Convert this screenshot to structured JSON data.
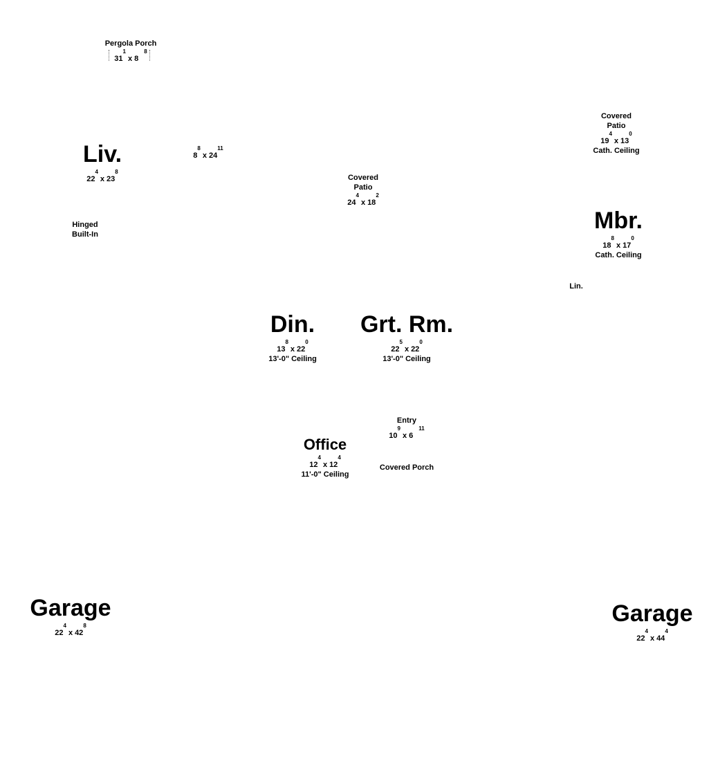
{
  "rooms": {
    "pergola": {
      "name": "Pergola Porch",
      "w": "31",
      "w_in": "1",
      "x": "x",
      "h": "8",
      "h_in": "8"
    },
    "liv": {
      "name": "Liv.",
      "w": "22",
      "w_in": "4",
      "x": "x",
      "h": "23",
      "h_in": "8"
    },
    "hall": {
      "w": "8",
      "w_in": "8",
      "x": "x",
      "h": "24",
      "h_in": "11"
    },
    "builtin": {
      "line1": "Hinged",
      "line2": "Built-In"
    },
    "patio_center": {
      "line1": "Covered",
      "line2": "Patio",
      "w": "24",
      "w_in": "4",
      "x": "x",
      "h": "18",
      "h_in": "2"
    },
    "patio_right": {
      "line1": "Covered",
      "line2": "Patio",
      "w": "19",
      "w_in": "4",
      "x": "x",
      "h": "13",
      "h_in": "0",
      "note": "Cath. Ceiling"
    },
    "mbr": {
      "name": "Mbr.",
      "w": "18",
      "w_in": "8",
      "x": "x",
      "h": "17",
      "h_in": "0",
      "note": "Cath. Ceiling"
    },
    "lin": {
      "name": "Lin."
    },
    "din": {
      "name": "Din.",
      "w": "13",
      "w_in": "8",
      "x": "x",
      "h": "22",
      "h_in": "0",
      "note": "13'-0\" Ceiling"
    },
    "grt": {
      "name": "Grt. Rm.",
      "w": "22",
      "w_in": "5",
      "x": "x",
      "h": "22",
      "h_in": "0",
      "note": "13'-0\" Ceiling"
    },
    "entry": {
      "name": "Entry",
      "w": "10",
      "w_in": "9",
      "x": "x",
      "h": "6",
      "h_in": "11"
    },
    "office": {
      "name": "Office",
      "w": "12",
      "w_in": "4",
      "x": "x",
      "h": "12",
      "h_in": "4",
      "note": "11'-0\" Ceiling"
    },
    "porch": {
      "name": "Covered Porch"
    },
    "garage_left": {
      "name": "Garage",
      "w": "22",
      "w_in": "4",
      "x": "x",
      "h": "42",
      "h_in": "8"
    },
    "garage_right": {
      "name": "Garage",
      "w": "22",
      "w_in": "4",
      "x": "x",
      "h": "44",
      "h_in": "4"
    }
  }
}
